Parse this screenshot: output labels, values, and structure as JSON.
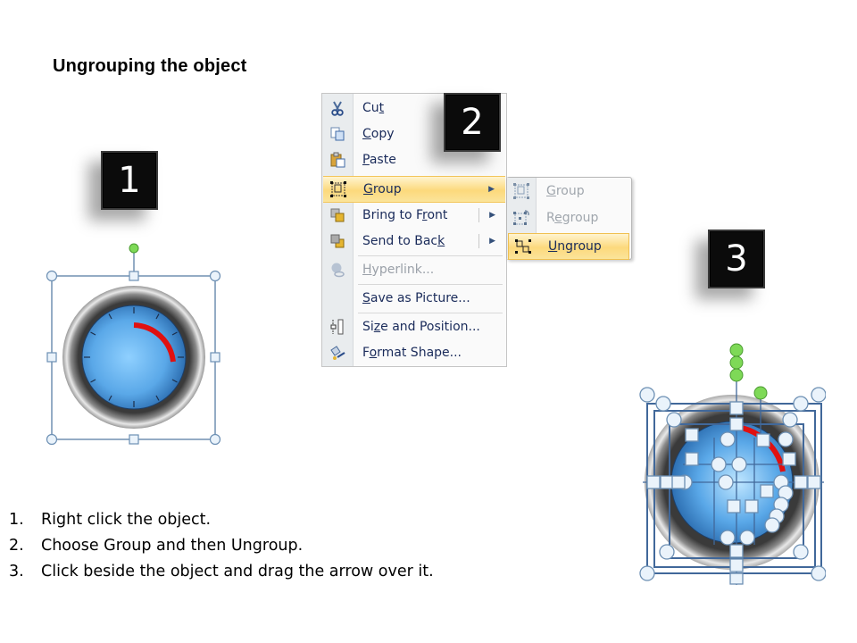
{
  "title": "Ungrouping the object",
  "steps_badges": [
    "1",
    "2",
    "3"
  ],
  "context_menu": {
    "items": [
      {
        "label_pre": "Cu",
        "label_u": "t",
        "label_post": "",
        "icon": "scissors-icon",
        "disabled": false
      },
      {
        "label_pre": "",
        "label_u": "C",
        "label_post": "opy",
        "icon": "copy-icon",
        "disabled": false
      },
      {
        "label_pre": "",
        "label_u": "P",
        "label_post": "aste",
        "icon": "paste-icon",
        "disabled": false
      },
      {
        "label_pre": "",
        "label_u": "G",
        "label_post": "roup",
        "icon": "group-icon",
        "disabled": false,
        "highlighted": true,
        "submenu": true
      },
      {
        "label_pre": "Bring to F",
        "label_u": "r",
        "label_post": "ont",
        "icon": "bring-to-front-icon",
        "disabled": false,
        "submenu": true
      },
      {
        "label_pre": "Send to Bac",
        "label_u": "k",
        "label_post": "",
        "icon": "send-to-back-icon",
        "disabled": false,
        "submenu": true
      },
      {
        "label_pre": "",
        "label_u": "H",
        "label_post": "yperlink...",
        "icon": "hyperlink-icon",
        "disabled": true
      },
      {
        "label_pre": "",
        "label_u": "S",
        "label_post": "ave as Picture...",
        "icon": "",
        "disabled": false
      },
      {
        "label_pre": "Si",
        "label_u": "z",
        "label_post": "e and Position...",
        "icon": "size-position-icon",
        "disabled": false
      },
      {
        "label_pre": "F",
        "label_u": "o",
        "label_post": "rmat Shape...",
        "icon": "format-shape-icon",
        "disabled": false
      }
    ]
  },
  "submenu": {
    "items": [
      {
        "label_pre": "",
        "label_u": "G",
        "label_post": "roup",
        "icon": "group-icon",
        "disabled": true
      },
      {
        "label_pre": "R",
        "label_u": "e",
        "label_post": "group",
        "icon": "regroup-icon",
        "disabled": true
      },
      {
        "label_pre": "",
        "label_u": "U",
        "label_post": "ngroup",
        "icon": "ungroup-icon",
        "disabled": false,
        "highlighted": true
      }
    ]
  },
  "instructions": [
    {
      "num": "1.",
      "text": "Right click the object."
    },
    {
      "num": "2.",
      "text": "Choose Group and then Ungroup."
    },
    {
      "num": "3.",
      "text": "Click beside the object and drag the arrow over it."
    }
  ],
  "colors": {
    "highlight": "#fcd97c",
    "gauge_face": "#5aa8e8",
    "gauge_arc": "#e01010",
    "handle_green": "#7ed957",
    "selection_line": "#5b7fa6"
  }
}
